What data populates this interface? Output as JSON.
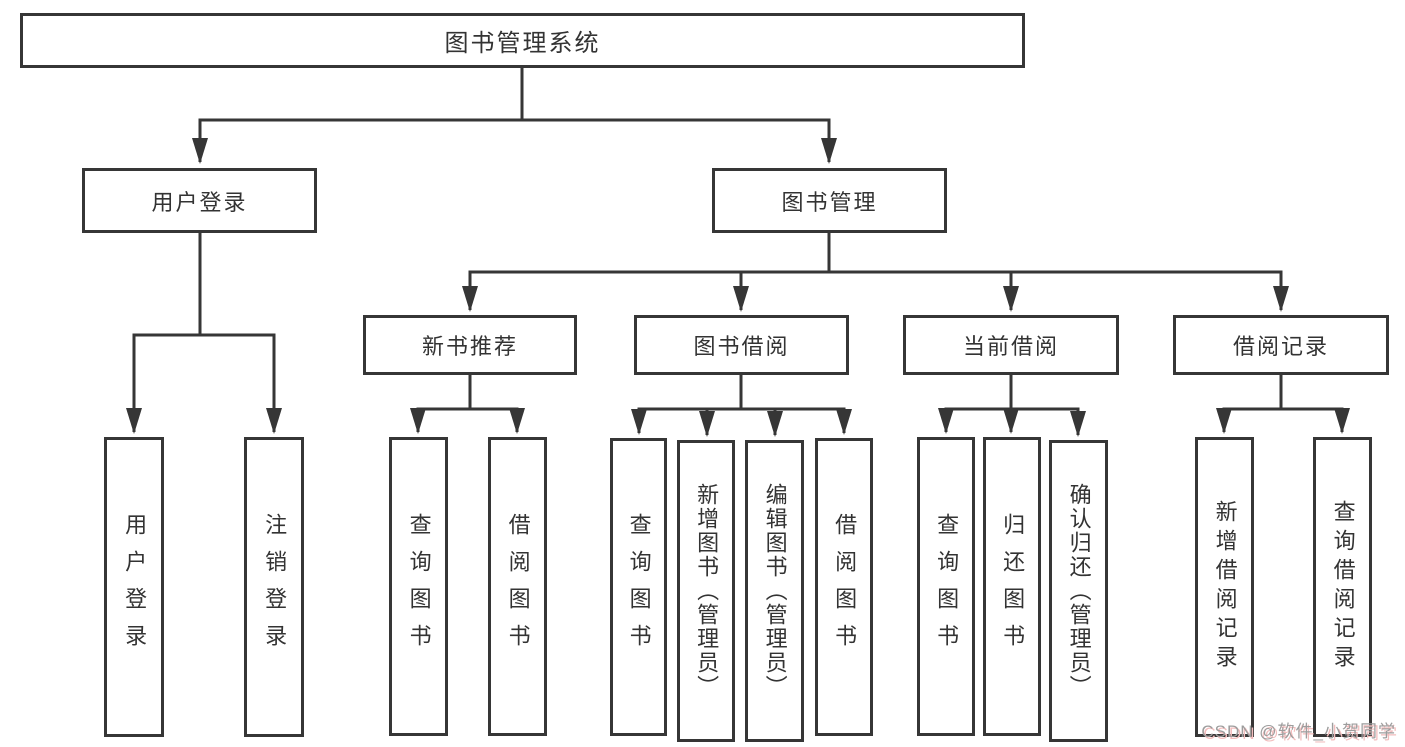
{
  "title": "图书管理系统",
  "tree": {
    "root": {
      "label": "图书管理系统"
    },
    "user_login": {
      "label": "用户登录",
      "children": [
        "用户登录",
        "注销登录"
      ]
    },
    "book_mgmt": {
      "label": "图书管理"
    },
    "modules": [
      {
        "label": "新书推荐",
        "children": [
          "查询图书",
          "借阅图书"
        ]
      },
      {
        "label": "图书借阅",
        "children": [
          "查询图书",
          "新增图书（管理员）",
          "编辑图书（管理员）",
          "借阅图书"
        ]
      },
      {
        "label": "当前借阅",
        "children": [
          "查询图书",
          "归还图书",
          "确认归还（管理员）"
        ]
      },
      {
        "label": "借阅记录",
        "children": [
          "新增借阅记录",
          "查询借阅记录"
        ]
      }
    ]
  },
  "watermark": "CSDN @软件_小贺同学",
  "colors": {
    "line": "#363636",
    "box_border": "#363636",
    "text": "#333333",
    "background": "#ffffff",
    "watermark_gray": "#9d9d9d",
    "watermark_pink": "#f2bdbd"
  }
}
